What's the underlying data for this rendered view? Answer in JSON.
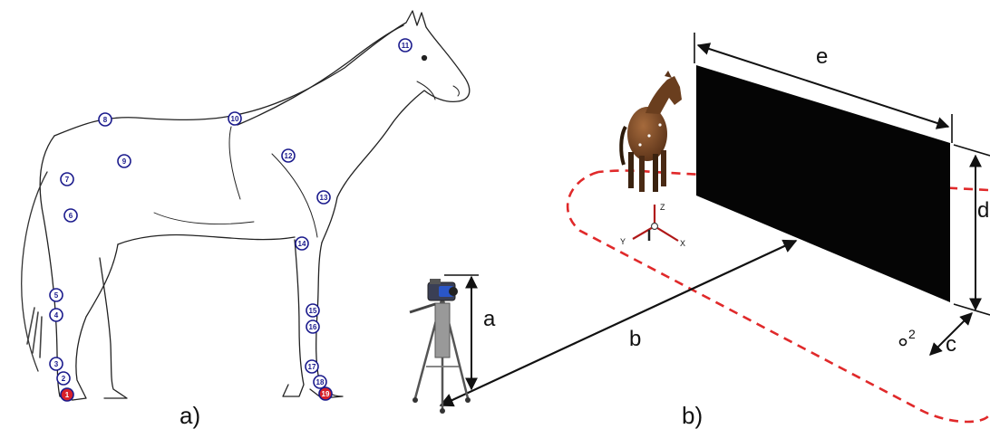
{
  "panel_a": {
    "caption": "a)",
    "markers": [
      {
        "label": "1",
        "style": "red"
      },
      {
        "label": "2",
        "style": "blue"
      },
      {
        "label": "3",
        "style": "blue"
      },
      {
        "label": "4",
        "style": "blue"
      },
      {
        "label": "5",
        "style": "blue"
      },
      {
        "label": "6",
        "style": "blue"
      },
      {
        "label": "7",
        "style": "blue"
      },
      {
        "label": "8",
        "style": "blue"
      },
      {
        "label": "9",
        "style": "blue"
      },
      {
        "label": "10",
        "style": "blue"
      },
      {
        "label": "11",
        "style": "blue"
      },
      {
        "label": "12",
        "style": "blue"
      },
      {
        "label": "13",
        "style": "blue"
      },
      {
        "label": "14",
        "style": "blue"
      },
      {
        "label": "15",
        "style": "blue"
      },
      {
        "label": "16",
        "style": "blue"
      },
      {
        "label": "17",
        "style": "blue"
      },
      {
        "label": "18",
        "style": "blue"
      },
      {
        "label": "19",
        "style": "red"
      }
    ]
  },
  "panel_b": {
    "caption": "b)",
    "dimension_labels": {
      "a": "a",
      "b": "b",
      "c": "c",
      "d": "d",
      "e": "e"
    },
    "origin_marker_label": "2",
    "axes": {
      "x": "X",
      "y": "Y",
      "z": "Z"
    },
    "colors": {
      "track": "#e0292a",
      "screen": "#050505",
      "horse": "#7a4a26"
    }
  }
}
